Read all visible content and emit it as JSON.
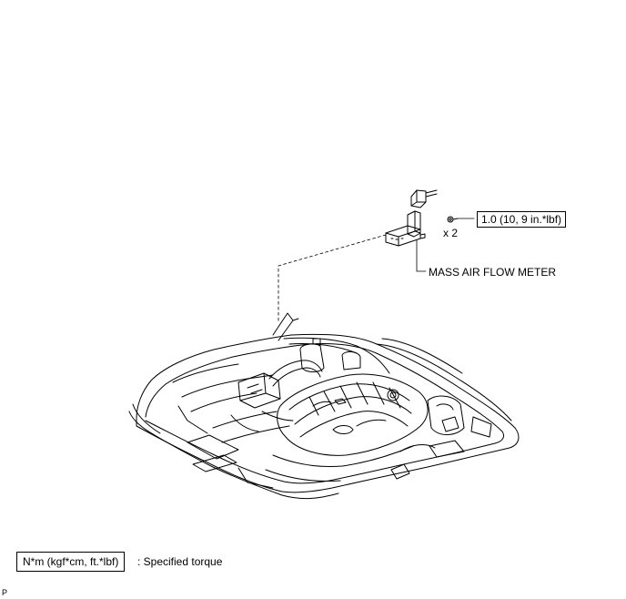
{
  "part": {
    "name": "MASS AIR FLOW METER"
  },
  "torque": {
    "value": "1.0 (10, 9 in.*lbf)",
    "quantity": "x 2"
  },
  "legend": {
    "unit_box": "N*m (kgf*cm, ft.*lbf)",
    "description": ": Specified torque"
  },
  "corner_mark": "P",
  "colors": {
    "line": "#000000",
    "background": "#ffffff"
  }
}
